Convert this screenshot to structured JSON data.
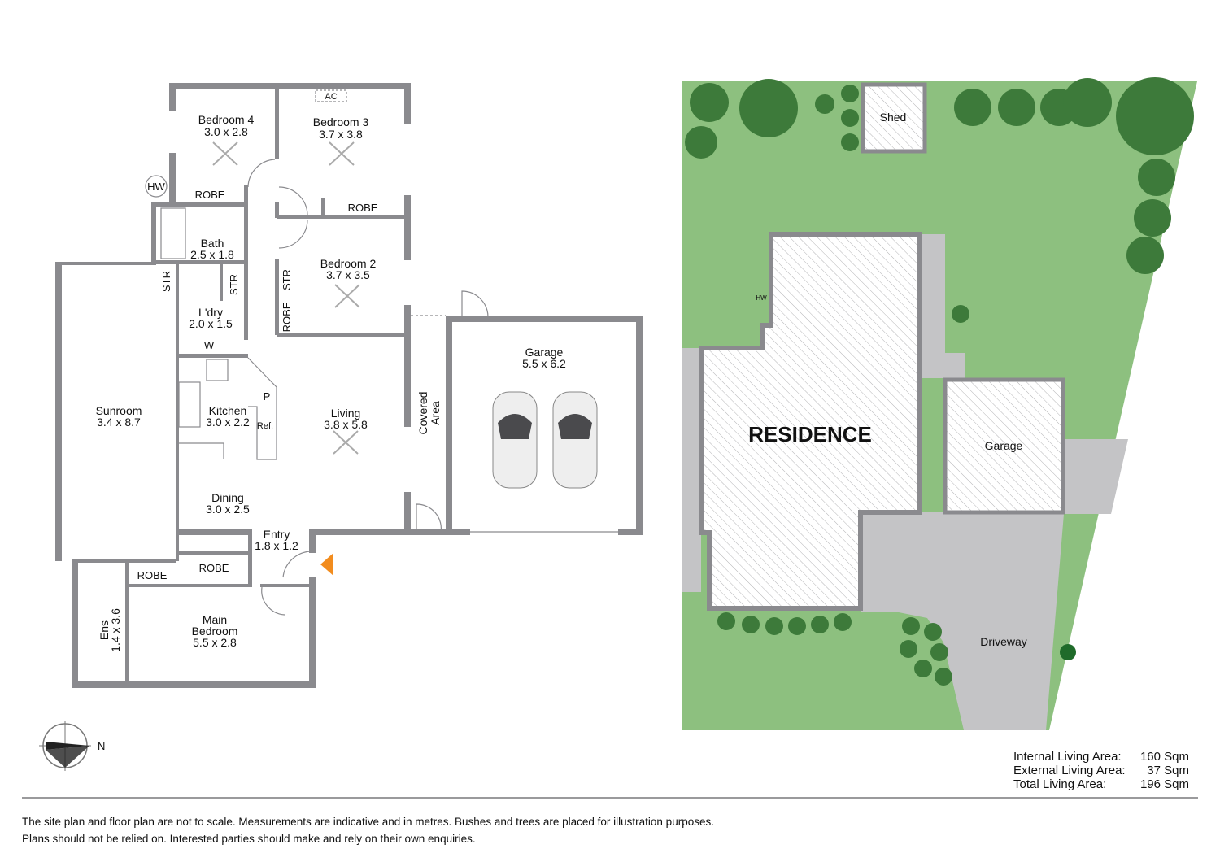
{
  "floor_plan": {
    "rooms": [
      {
        "name": "Bedroom 4",
        "size": "3.0 x 2.8"
      },
      {
        "name": "Bedroom 3",
        "size": "3.7 x 3.8"
      },
      {
        "name": "Bath",
        "size": "2.5 x 1.8"
      },
      {
        "name": "Bedroom 2",
        "size": "3.7 x 3.5"
      },
      {
        "name": "L'dry",
        "size": "2.0 x 1.5"
      },
      {
        "name": "Sunroom",
        "size": "3.4 x 8.7"
      },
      {
        "name": "Kitchen",
        "size": "3.0 x 2.2"
      },
      {
        "name": "Living",
        "size": "3.8 x 5.8"
      },
      {
        "name": "Dining",
        "size": "3.0 x 2.5"
      },
      {
        "name": "Entry",
        "size": "1.8 x 1.2"
      },
      {
        "name": "Main",
        "name2": "Bedroom",
        "size": "5.5 x 2.8"
      },
      {
        "name": "Ens",
        "size": "1.4 x 3.6"
      },
      {
        "name": "Garage",
        "size": "5.5 x 6.2"
      }
    ],
    "labels": {
      "ac": "AC",
      "hw": "HW",
      "robe": "ROBE",
      "str": "STR",
      "w": "W",
      "p": "P",
      "ref": "Ref.",
      "covered_1": "Covered",
      "covered_2": "Area"
    },
    "compass": "N"
  },
  "site_plan": {
    "residence": "RESIDENCE",
    "garage": "Garage",
    "shed": "Shed",
    "driveway": "Driveway",
    "hw": "HW",
    "colors": {
      "lawn": "#8dc07f",
      "path": "#c4c4c6",
      "tree": "#3d7a3a"
    }
  },
  "areas": [
    {
      "label": "Internal Living Area:",
      "value": "160 Sqm"
    },
    {
      "label": "External Living Area:",
      "value": "37 Sqm"
    },
    {
      "label": "Total Living Area:",
      "value": "196 Sqm"
    }
  ],
  "disclaimer": [
    "The site plan and floor plan are not to scale. Measurements are indicative and in metres. Bushes and trees are placed for illustration purposes.",
    "Plans should not be relied on. Interested parties should make and rely on their own enquiries."
  ],
  "entry_arrow_color": "#f28c1e"
}
